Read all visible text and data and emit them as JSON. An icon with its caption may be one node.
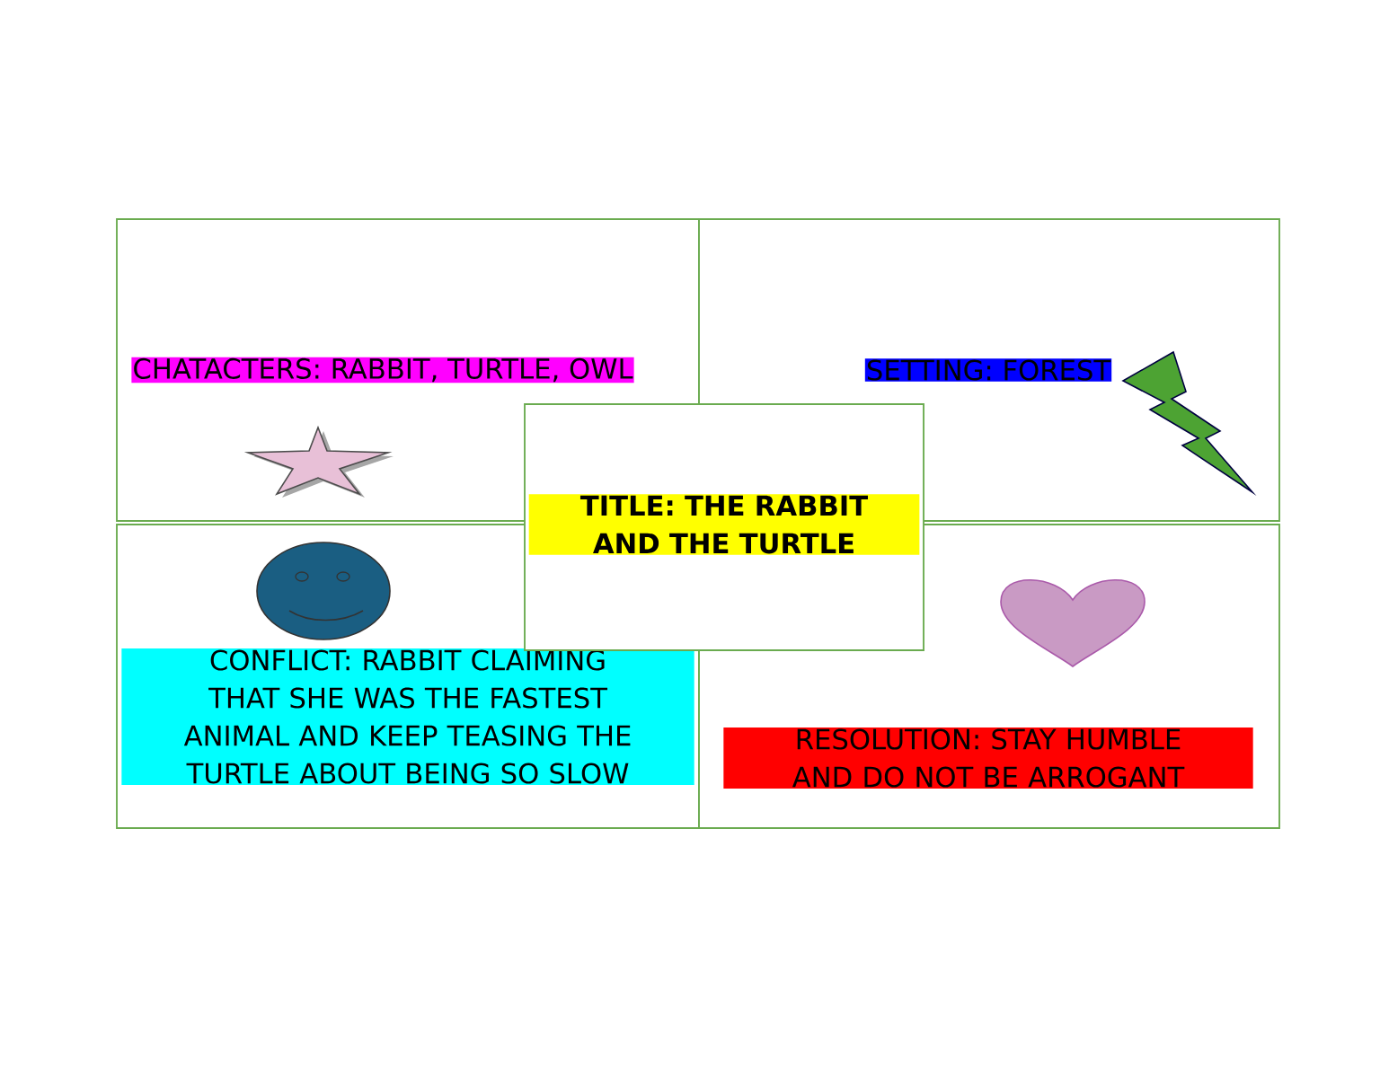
{
  "diagram": {
    "nodes": [
      {
        "text": [
          "CHATACTERS: RABBIT, TURTLE, OWL"
        ]
      },
      {
        "text": [
          "SETTING: FOREST"
        ]
      },
      {
        "text": [
          "TITLE: THE RABBIT AND THE TURTLE"
        ]
      },
      {
        "text": [
          "CONFLICT: RABBIT CLAIMING THAT SHE WAS THE FASTEST ANIMAL AND KEEP TEASING THE TURTLE ABOUT BEING SO SLOW"
        ]
      },
      {
        "text": [
          "RESOLUTION: STAY HUMBLE AND DO NOT BE ARROGANT"
        ]
      }
    ]
  }
}
